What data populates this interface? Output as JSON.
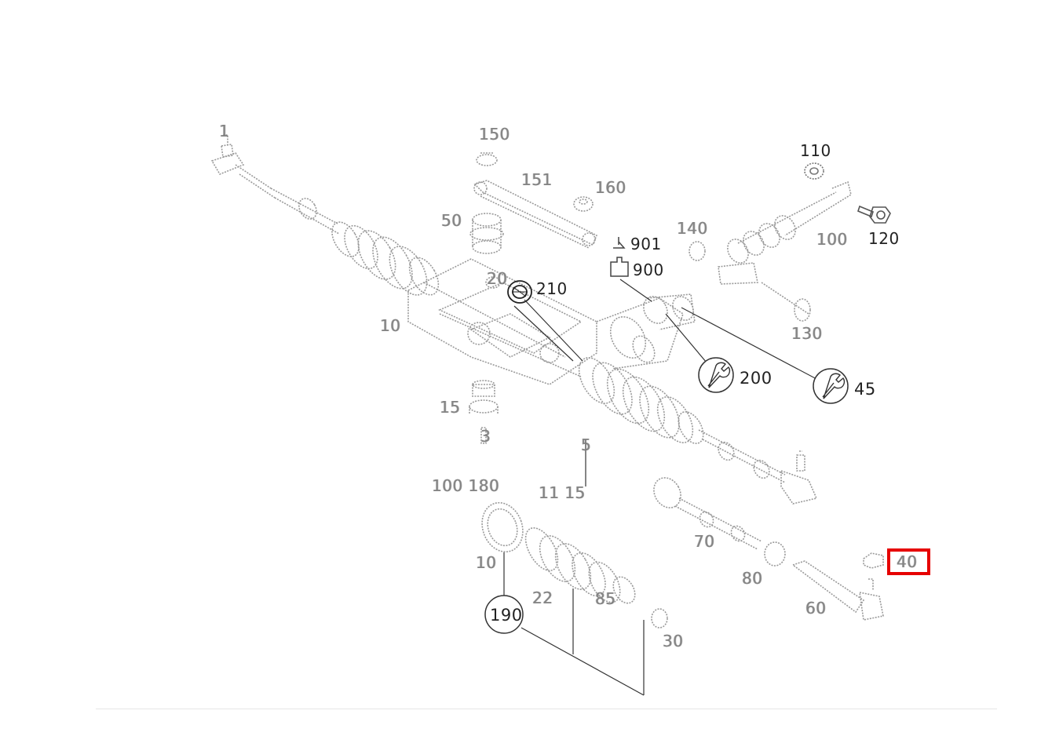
{
  "diagram": {
    "callouts": {
      "c1": "1",
      "c150": "150",
      "c151": "151",
      "c160": "160",
      "c50": "50",
      "c110": "110",
      "c120": "120",
      "c901": "901",
      "c900": "900",
      "c140": "140",
      "c100": "100",
      "c130": "130",
      "c20": "20",
      "c210": "210",
      "c10": "10",
      "c200": "200",
      "c45": "45",
      "c15": "15",
      "c5": "5",
      "c3": "3",
      "c160b": "100 180",
      "c11": "11 15",
      "c70": "70",
      "c10b": "10",
      "c80": "80",
      "c60": "60",
      "c22": "22",
      "c190": "190",
      "c30": "30",
      "c85": "85",
      "c40": "40"
    },
    "highlighted_callout": "40"
  }
}
